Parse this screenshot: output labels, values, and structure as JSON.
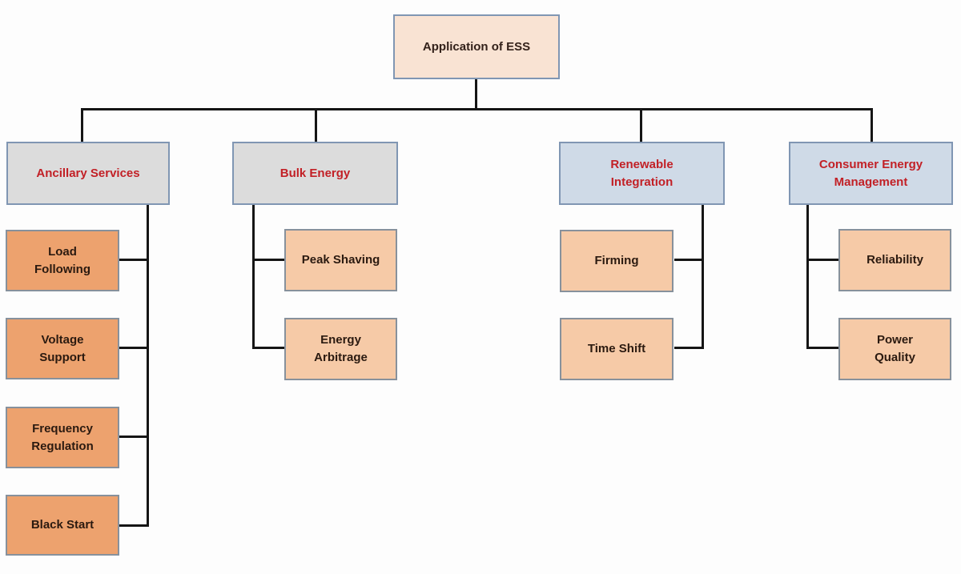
{
  "root": {
    "label": "Application of ESS"
  },
  "groups": [
    {
      "label": "Ancillary Services",
      "children": [
        {
          "label": "Load\nFollowing"
        },
        {
          "label": "Voltage\nSupport"
        },
        {
          "label": "Frequency\nRegulation"
        },
        {
          "label": "Black Start"
        }
      ]
    },
    {
      "label": "Bulk Energy",
      "children": [
        {
          "label": "Peak Shaving"
        },
        {
          "label": "Energy\nArbitrage"
        }
      ]
    },
    {
      "label": "Renewable\nIntegration",
      "children": [
        {
          "label": "Firming"
        },
        {
          "label": "Time Shift"
        }
      ]
    },
    {
      "label": "Consumer Energy\nManagement",
      "children": [
        {
          "label": "Reliability"
        },
        {
          "label": "Power\nQuality"
        }
      ]
    }
  ],
  "colors": {
    "heading_text": "#c22026",
    "node_text": "#2b1a10",
    "root_fill": "#f9e3d3",
    "gray_header_fill": "#dcdcdc",
    "blue_header_fill": "#cfdae7",
    "orange_child_fill": "#eda26e",
    "peach_child_fill": "#f6caa7",
    "box_border": "#8096b3",
    "connector": "#151515"
  }
}
